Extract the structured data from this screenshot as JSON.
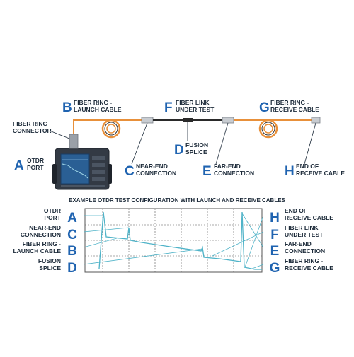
{
  "colors": {
    "letter_blue": "#1f63b0",
    "label_dark": "#1d2b3a",
    "launch_cable_orange": "#e8903a",
    "link_cable": "#2a2a2a",
    "trace_cyan": "#4fb3c8",
    "grid_line": "#555555",
    "device_dark": "#333a44",
    "device_screen": "#2a5f94"
  },
  "top": {
    "A": {
      "letter": "A",
      "line1": "OTDR",
      "line2": "PORT"
    },
    "B": {
      "letter": "B",
      "line1": "FIBER RING -",
      "line2": "LAUNCH CABLE"
    },
    "C": {
      "letter": "C",
      "line1": "NEAR-END",
      "line2": "CONNECTION"
    },
    "D": {
      "letter": "D",
      "line1": "FUSION",
      "line2": "SPLICE"
    },
    "E": {
      "letter": "E",
      "line1": "FAR-END",
      "line2": "CONNECTION"
    },
    "F": {
      "letter": "F",
      "line1": "FIBER LINK",
      "line2": "UNDER TEST"
    },
    "G": {
      "letter": "G",
      "line1": "FIBER RING -",
      "line2": "RECEIVE CABLE"
    },
    "H": {
      "letter": "H",
      "line1": "END OF",
      "line2": "RECEIVE CABLE"
    },
    "connector": {
      "line1": "FIBER RING",
      "line2": "CONNECTOR"
    }
  },
  "example_title": "EXAMPLE OTDR TEST CONFIGURATION WITH LAUNCH AND RECEIVE CABLES",
  "legend_left": [
    {
      "letter": "A",
      "line1": "OTDR",
      "line2": "PORT"
    },
    {
      "letter": "C",
      "line1": "NEAR-END",
      "line2": "CONNECTION"
    },
    {
      "letter": "B",
      "line1": "FIBER RING -",
      "line2": "LAUNCH CABLE"
    },
    {
      "letter": "D",
      "line1": "FUSION",
      "line2": "SPLICE"
    }
  ],
  "legend_right": [
    {
      "letter": "H",
      "line1": "END OF",
      "line2": "RECEIVE CABLE"
    },
    {
      "letter": "F",
      "line1": "FIBER LINK",
      "line2": "UNDER TEST"
    },
    {
      "letter": "E",
      "line1": "FAR-END",
      "line2": "CONNECTION"
    },
    {
      "letter": "G",
      "line1": "FIBER RING -",
      "line2": "RECEIVE CABLE"
    }
  ]
}
